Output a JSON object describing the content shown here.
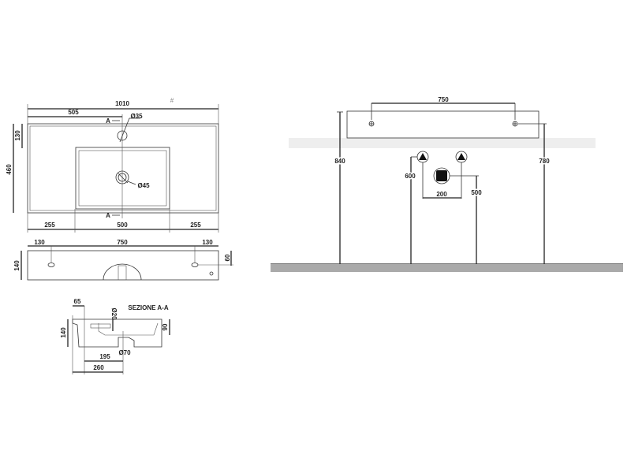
{
  "top_view": {
    "overall_width": "1010",
    "half_width": "505",
    "tap_hole": "Ø35",
    "drain_hole": "Ø45",
    "back_depth": "130",
    "overall_depth": "460",
    "left_margin": "255",
    "basin_width": "500",
    "right_margin": "255",
    "section_marker": "A",
    "mark": "#"
  },
  "front_view": {
    "left_offset": "130",
    "fixing_spacing": "750",
    "right_offset": "130",
    "height": "140",
    "fixing_height": "60"
  },
  "section_view": {
    "title": "SEZIONE A-A",
    "tap_offset": "65",
    "overflow_hole": "Ø20",
    "height": "140",
    "basin_depth": "90",
    "waste_outlet": "Ø70",
    "waste_distance": "195",
    "tap_to_waste": "260"
  },
  "installation_view": {
    "fixing_spacing": "750",
    "top_height": "840",
    "fixing_height": "780",
    "supply_height": "600",
    "supply_spacing": "200",
    "waste_height": "500"
  }
}
